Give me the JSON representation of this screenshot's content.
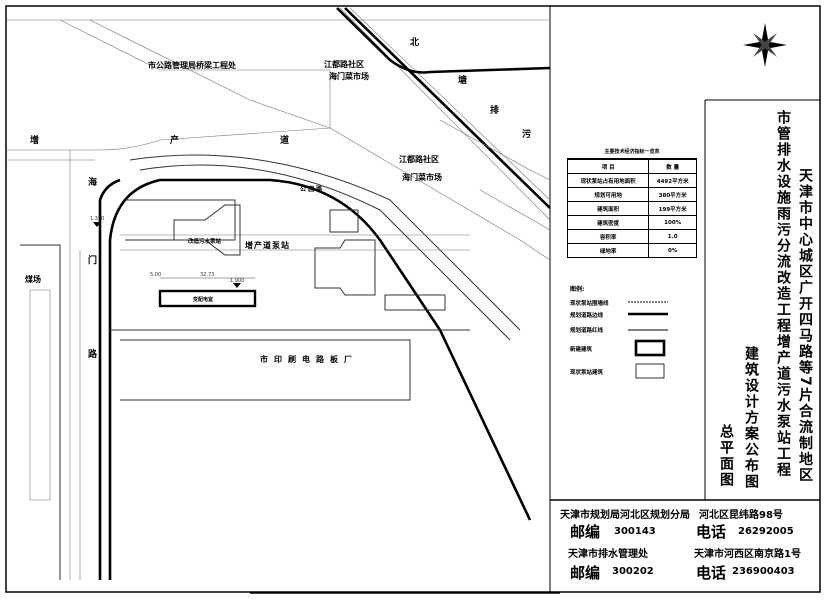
{
  "title_block": {
    "project_line1": "天津市中心城区广开四马路等7片合流制地区",
    "project_line2": "市管排水设施雨污分流改造工程增产道污水泵站工程",
    "drawing_type": "建筑设计方案公布图",
    "drawing_name": "总平面图"
  },
  "indicator_table": {
    "title": "主要技术经济指标一览表",
    "headers": [
      "项 目",
      "数 量"
    ],
    "rows": [
      [
        "现状泵站占有用地面积",
        "4492平方米"
      ],
      [
        "规划可用地",
        "380平方米"
      ],
      [
        "建筑面积",
        "199平方米"
      ],
      [
        "建筑密度",
        "100%"
      ],
      [
        "容积率",
        "1.0"
      ],
      [
        "绿地率",
        "0%"
      ]
    ]
  },
  "legend": {
    "title": "图例:",
    "items": [
      {
        "label": "现状泵站围墙线",
        "symbol": "dashed-line"
      },
      {
        "label": "规划道路边线",
        "symbol": "thick-line"
      },
      {
        "label": "规划道路红线",
        "symbol": "thin-line"
      },
      {
        "label": "新建建筑",
        "symbol": "thick-box"
      },
      {
        "label": "现状泵站建筑",
        "symbol": "thin-box"
      }
    ]
  },
  "contact": {
    "org1": "天津市规划局河北区规划分局",
    "addr1": "河北区昆纬路98号",
    "postcode_label": "邮编",
    "phone_label": "电话",
    "postcode1": "300143",
    "phone1": "26292005",
    "org2": "天津市排水管理处",
    "addr2": "天津市河西区南京路1号",
    "postcode2": "300202",
    "phone2": "236900403"
  },
  "map_labels": {
    "bridge_office": "市公路管理局桥梁工程处",
    "community1": "江都路社区",
    "market1": "海门菜市场",
    "community2": "江都路社区",
    "market2": "海门菜市场",
    "bei": "北",
    "tang": "塘",
    "pai": "排",
    "wu": "污",
    "zeng": "增",
    "chan": "产",
    "dao": "道",
    "hai": "海",
    "men": "门",
    "lu": "路",
    "coal_yard": "煤场",
    "pcb_factory": "市印刷电路板厂",
    "old_station": "改造污水泵站",
    "pump_station": "增产道泵站",
    "substation": "变配电室",
    "park_road": "公 园 路",
    "elev1": "1.350",
    "elev2": "1.900",
    "dim1": "32.73",
    "dim2": "5.00"
  }
}
